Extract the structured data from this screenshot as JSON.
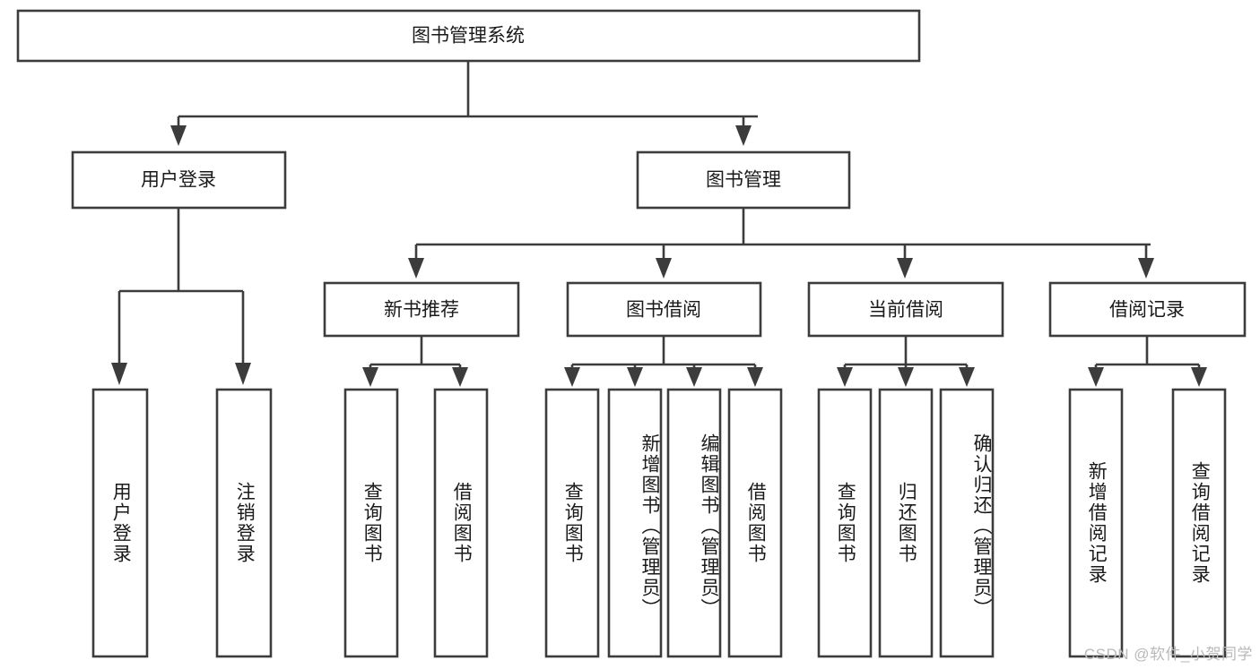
{
  "diagram": {
    "title": "图书管理系统",
    "type": "tree-hierarchy-diagram",
    "colors": {
      "box_stroke": "#3c3c3c",
      "box_fill": "#ffffff",
      "text": "#1a1a1a",
      "background": "#ffffff",
      "watermark": "#b9b9b9"
    },
    "root": {
      "label": "图书管理系统"
    },
    "level2": [
      {
        "label": "用户登录"
      },
      {
        "label": "图书管理"
      }
    ],
    "level3": [
      {
        "label": "新书推荐"
      },
      {
        "label": "图书借阅"
      },
      {
        "label": "当前借阅"
      },
      {
        "label": "借阅记录"
      }
    ],
    "leaves": {
      "user_login": [
        {
          "label": "用户登录"
        },
        {
          "label": "注销登录"
        }
      ],
      "new_book_recommend": [
        {
          "label": "查询图书"
        },
        {
          "label": "借阅图书"
        }
      ],
      "book_borrow": [
        {
          "label": "查询图书"
        },
        {
          "label": "新增图书（管理员）"
        },
        {
          "label": "编辑图书（管理员）"
        },
        {
          "label": "借阅图书"
        }
      ],
      "current_borrow": [
        {
          "label": "查询图书"
        },
        {
          "label": "归还图书"
        },
        {
          "label": "确认归还（管理员）"
        }
      ],
      "borrow_record": [
        {
          "label": "新增借阅记录"
        },
        {
          "label": "查询借阅记录"
        }
      ]
    }
  },
  "watermark": {
    "text": "CSDN @软件_小贺同学"
  }
}
